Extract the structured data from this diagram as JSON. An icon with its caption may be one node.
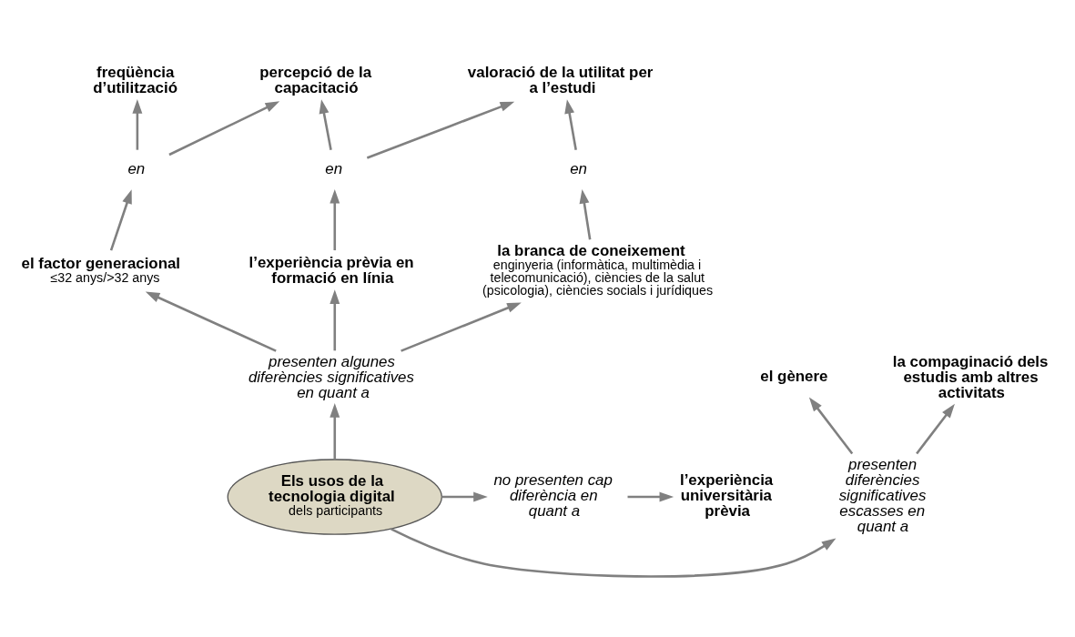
{
  "diagram": {
    "nodes": [
      {
        "text": [
          "Els usos de la tecnologia digital",
          "dels participants"
        ]
      },
      {
        "text": [
          "presenten algunes diferències significatives en quant a"
        ]
      },
      {
        "text": [
          "el factor generacional",
          "≤32 anys/>32 anys"
        ]
      },
      {
        "text": [
          "l’experiència prèvia en formació en línia"
        ]
      },
      {
        "text": [
          "la branca de coneixement",
          "enginyeria (informàtica, multimèdia i telecomunicació), ciències de la salut (psicologia), ciències socials i jurídiques"
        ]
      },
      {
        "text": [
          "en"
        ]
      },
      {
        "text": [
          "en"
        ]
      },
      {
        "text": [
          "en"
        ]
      },
      {
        "text": [
          "freqüència d’utilització"
        ]
      },
      {
        "text": [
          "percepció de la capacitació"
        ]
      },
      {
        "text": [
          "valoració de la utilitat per a l’estudi"
        ]
      },
      {
        "text": [
          "presenten diferències significatives escasses en quant a"
        ]
      },
      {
        "text": [
          "el gènere"
        ]
      },
      {
        "text": [
          "la compaginació dels estudis amb altres activitats"
        ]
      },
      {
        "text": [
          "no presenten cap diferència en quant a"
        ]
      },
      {
        "text": [
          "l’experiència universitària prèvia"
        ]
      }
    ],
    "edges": [
      {
        "from": 0,
        "to": 1,
        "arrow": "to"
      },
      {
        "from": 1,
        "to": 2,
        "arrow": "to"
      },
      {
        "from": 1,
        "to": 3,
        "arrow": "to"
      },
      {
        "from": 1,
        "to": 4,
        "arrow": "to"
      },
      {
        "from": 2,
        "to": 5,
        "arrow": "to"
      },
      {
        "from": 3,
        "to": 6,
        "arrow": "to"
      },
      {
        "from": 4,
        "to": 7,
        "arrow": "to"
      },
      {
        "from": 5,
        "to": 8,
        "arrow": "to"
      },
      {
        "from": 5,
        "to": 9,
        "arrow": "to"
      },
      {
        "from": 6,
        "to": 9,
        "arrow": "to"
      },
      {
        "from": 6,
        "to": 10,
        "arrow": "to"
      },
      {
        "from": 7,
        "to": 10,
        "arrow": "to"
      },
      {
        "from": 0,
        "to": 11,
        "arrow": "to"
      },
      {
        "from": 11,
        "to": 12,
        "arrow": "to"
      },
      {
        "from": 11,
        "to": 13,
        "arrow": "to"
      },
      {
        "from": 0,
        "to": 14,
        "arrow": "to"
      },
      {
        "from": 14,
        "to": 15,
        "arrow": "to"
      }
    ]
  }
}
